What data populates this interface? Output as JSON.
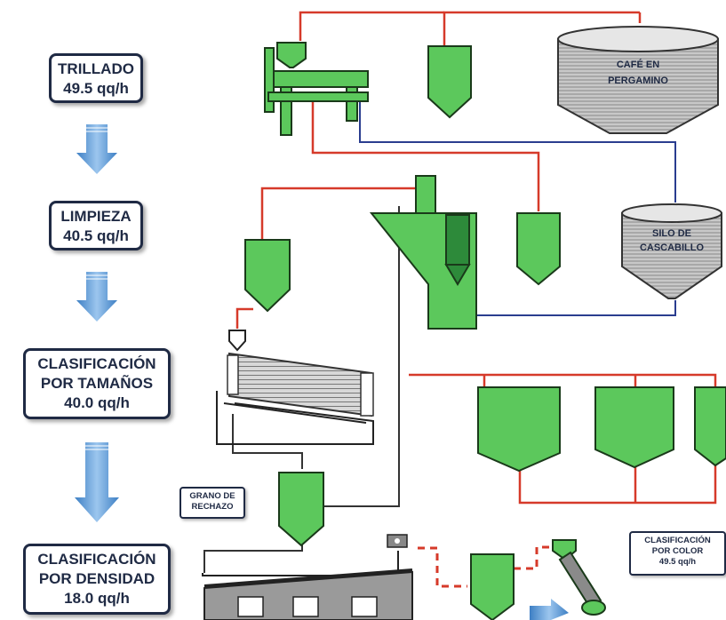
{
  "stages": [
    {
      "name": "TRILLADO",
      "rate": "49.5 qq/h"
    },
    {
      "name": "LIMPIEZA",
      "rate": "40.5 qq/h"
    },
    {
      "name_line1": "CLASIFICACIÓN",
      "name_line2": "POR TAMAÑOS",
      "rate": "40.0 qq/h"
    },
    {
      "name_line1": "CLASIFICACIÓN",
      "name_line2": "POR DENSIDAD",
      "rate": "18.0 qq/h"
    }
  ],
  "equipment": {
    "cafe_line1": "CAFÉ EN",
    "cafe_line2": "PERGAMINO",
    "silo_line1": "SILO DE",
    "silo_line2": "CASCABILLO",
    "rechazo_line1": "GRANO DE",
    "rechazo_line2": "RECHAZO",
    "color_line1": "CLASIFICACIÓN",
    "color_line2": "POR COLOR",
    "color_rate": "49.5 qq/h"
  },
  "colors": {
    "machine_green": "#5cc85c",
    "pipe_red": "#d63a2a",
    "pipe_blue": "#2a3d8f",
    "arrow_blue": "#6fa8dc"
  }
}
